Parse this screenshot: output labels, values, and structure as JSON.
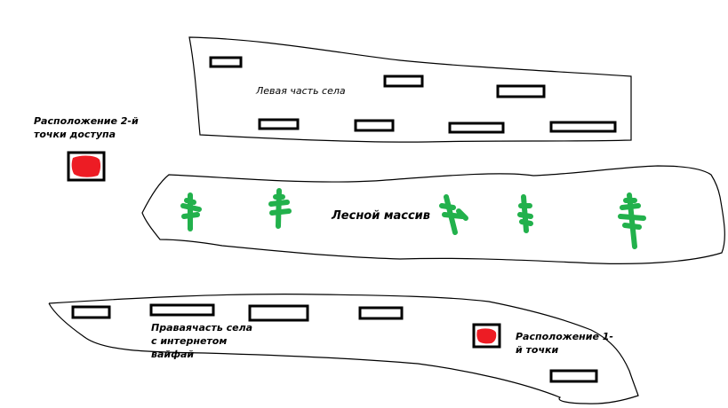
{
  "labels": {
    "left_village": "Левая часть села",
    "forest": "Лесной массив",
    "access_point_2": "Расположение 2-й точки доступа",
    "right_village": "Праваячасть села с интернетом вайфай",
    "access_point_1": "Расположение 1-й точки"
  },
  "colors": {
    "outline": "#000000",
    "access_point": "#ed1c24",
    "tree": "#22b14c",
    "background": "#ffffff"
  },
  "icons": {
    "house": "house-icon",
    "tree": "tree-icon",
    "access_point": "access-point-icon"
  }
}
